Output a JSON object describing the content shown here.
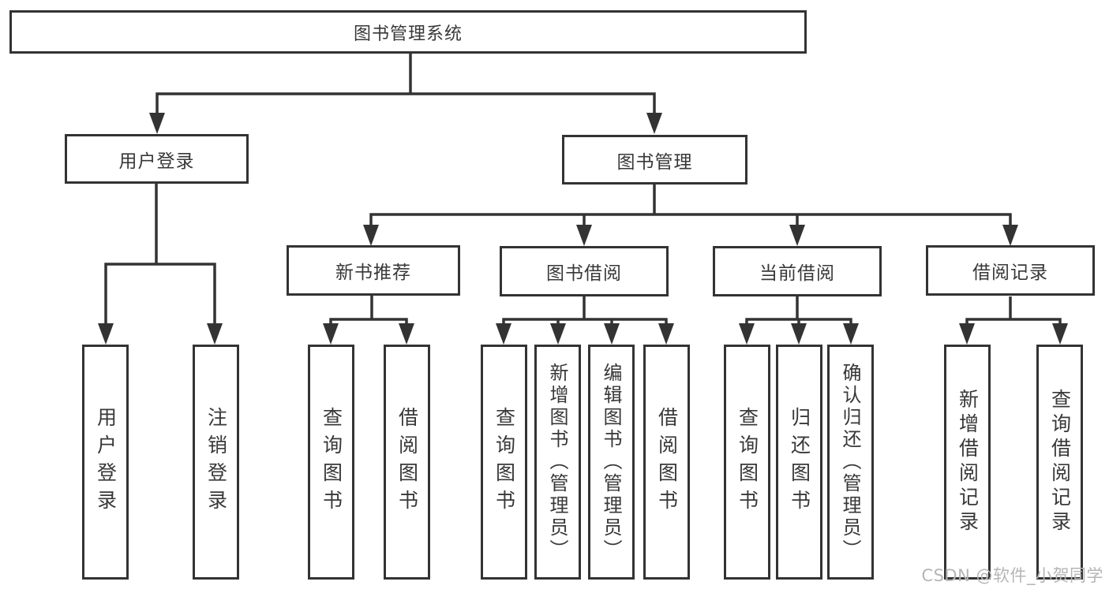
{
  "diagram": {
    "root_label": "图书管理系统",
    "level2": [
      {
        "label": "用户登录",
        "children": [
          {
            "label": "用户登录"
          },
          {
            "label": "注销登录"
          }
        ]
      },
      {
        "label": "图书管理",
        "children": [
          {
            "label": "新书推荐",
            "children": [
              {
                "label": "查询图书"
              },
              {
                "label": "借阅图书"
              }
            ]
          },
          {
            "label": "图书借阅",
            "children": [
              {
                "label": "查询图书"
              },
              {
                "label": "新增图书（管理员）"
              },
              {
                "label": "编辑图书（管理员）"
              },
              {
                "label": "借阅图书"
              }
            ]
          },
          {
            "label": "当前借阅",
            "children": [
              {
                "label": "查询图书"
              },
              {
                "label": "归还图书"
              },
              {
                "label": "确认归还（管理员）"
              }
            ]
          },
          {
            "label": "借阅记录",
            "children": [
              {
                "label": "新增借阅记录"
              },
              {
                "label": "查询借阅记录"
              }
            ]
          }
        ]
      }
    ]
  },
  "watermark": {
    "text": "CSDN @软件_小贺同学"
  },
  "colors": {
    "line": "#333333",
    "text": "#383838",
    "watermark": "#b5b5b5",
    "background": "#ffffff"
  }
}
